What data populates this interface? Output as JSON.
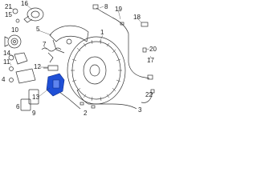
{
  "diagram": {
    "callouts": [
      {
        "id": "c1",
        "text": "1"
      },
      {
        "id": "c2",
        "text": "2"
      },
      {
        "id": "c3",
        "text": "3"
      },
      {
        "id": "c4",
        "text": "4"
      },
      {
        "id": "c5",
        "text": "5"
      },
      {
        "id": "c6",
        "text": "6"
      },
      {
        "id": "c7",
        "text": "7"
      },
      {
        "id": "c8",
        "text": "8"
      },
      {
        "id": "c9",
        "text": "9"
      },
      {
        "id": "c10",
        "text": "10"
      },
      {
        "id": "c11",
        "text": "11"
      },
      {
        "id": "c12",
        "text": "12"
      },
      {
        "id": "c13",
        "text": "13"
      },
      {
        "id": "c14",
        "text": "14"
      },
      {
        "id": "c15",
        "text": "15"
      },
      {
        "id": "c16",
        "text": "16"
      },
      {
        "id": "c17",
        "text": "17"
      },
      {
        "id": "c18",
        "text": "18"
      },
      {
        "id": "c19",
        "text": "19"
      },
      {
        "id": "c20",
        "text": "20"
      },
      {
        "id": "c21",
        "text": "21"
      },
      {
        "id": "c22",
        "text": "22"
      }
    ],
    "colors": {
      "line": "#333333",
      "highlight": "#1f4fd6",
      "text": "#222222"
    }
  }
}
